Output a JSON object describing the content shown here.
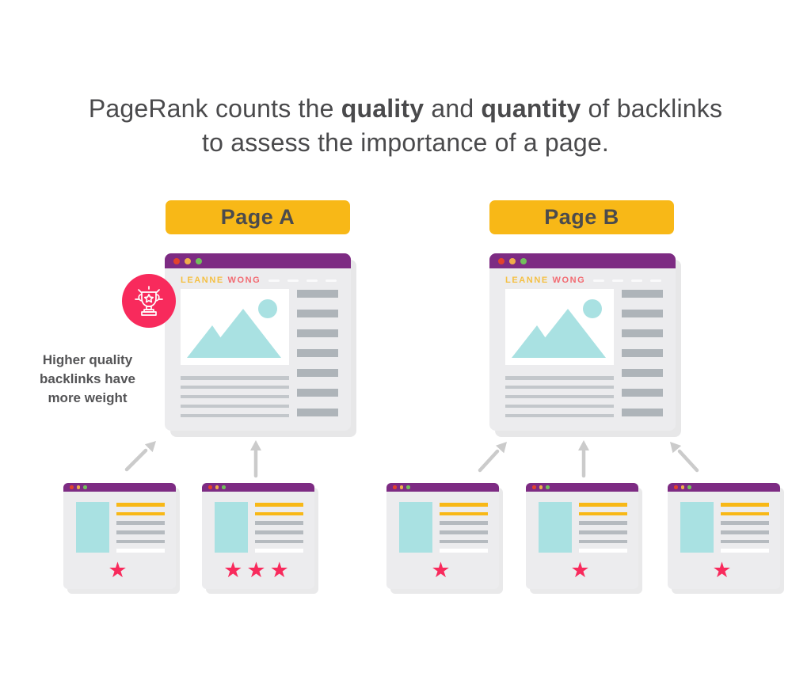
{
  "title": {
    "seg1": "PageRank counts the ",
    "seg2": "quality",
    "seg3": " and ",
    "seg4": "quantity",
    "seg5": " of backlinks",
    "line2": "to assess the importance of a page."
  },
  "pages": [
    {
      "label": "Page A"
    },
    {
      "label": "Page B"
    }
  ],
  "browser": {
    "brand_first": "LEANNE",
    "brand_last": "WONG"
  },
  "annotation": {
    "line1": "Higher quality",
    "line2": "backlinks have",
    "line3": "more weight"
  },
  "thumbnails": [
    {
      "group": "Page A",
      "stars": 1
    },
    {
      "group": "Page A",
      "stars": 3
    },
    {
      "group": "Page B",
      "stars": 1
    },
    {
      "group": "Page B",
      "stars": 1
    },
    {
      "group": "Page B",
      "stars": 1
    }
  ],
  "icons": {
    "trophy": "trophy-award",
    "star": "star",
    "window_dots": "window-control-dots",
    "arrow": "backlink-arrow"
  },
  "colors": {
    "purple": "#7d2b83",
    "yellow": "#f8b817",
    "pink": "#f82a5c",
    "teal": "#a9e1e2",
    "dark_text": "#4a4a4c",
    "note_text": "#545456",
    "window_body": "#ececee",
    "sidebar_bar": "#aeb4b9",
    "text_line": "#c3c7cb",
    "arrow_gray": "#cbcbcb",
    "dot_red": "#e2432c",
    "dot_yellow": "#f0ad4a",
    "dot_green": "#72c05c",
    "brand_first_color": "#f5c043",
    "brand_last_color": "#f26b72"
  }
}
